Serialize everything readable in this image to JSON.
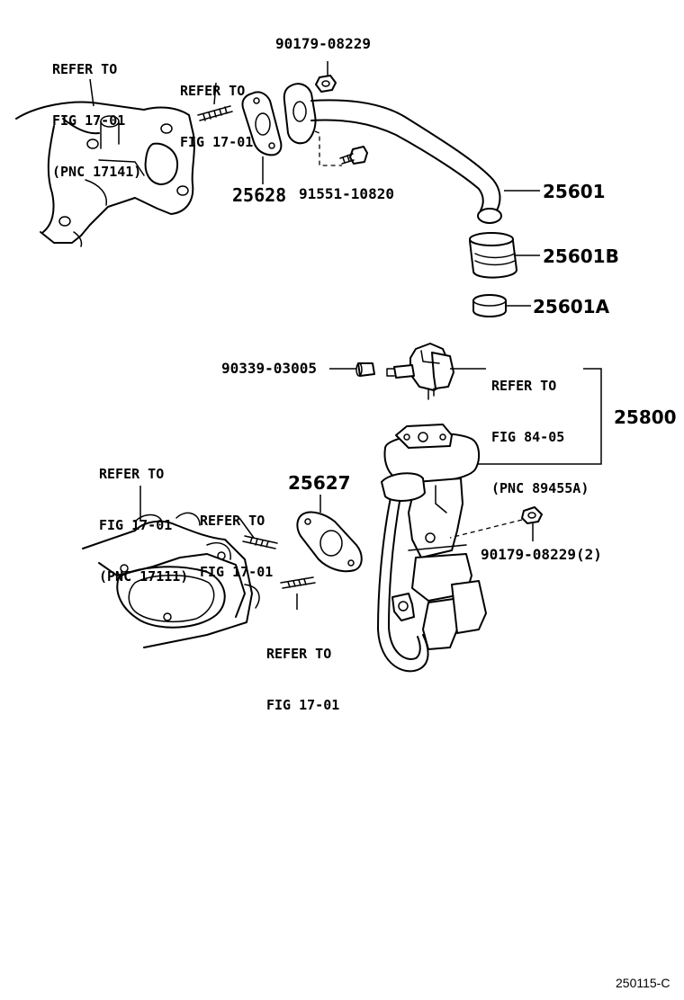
{
  "refer_top_left": [
    "REFER TO",
    "FIG 17-01",
    "(PNC 17141)"
  ],
  "refer_top_mid": [
    "REFER TO",
    "FIG 17-01"
  ],
  "refer_top_right": [
    "REFER TO",
    "FIG 84-05",
    "(PNC 89455A)"
  ],
  "refer_mid_left": [
    "REFER TO",
    "FIG 17-01",
    "(PNC 17111)"
  ],
  "refer_mid_center": [
    "REFER TO",
    "FIG 17-01"
  ],
  "refer_bottom": [
    "REFER TO",
    "FIG 17-01"
  ],
  "parts": {
    "p_90179_top": "90179-08229",
    "p_25628": "25628",
    "p_91551": "91551-10820",
    "p_25601": "25601",
    "p_25601B": "25601B",
    "p_25601A": "25601A",
    "p_90339": "90339-03005",
    "p_25800": "25800",
    "p_25627": "25627",
    "p_90179_bottom": "90179-08229(2)"
  },
  "diagram_code": "250115-C"
}
